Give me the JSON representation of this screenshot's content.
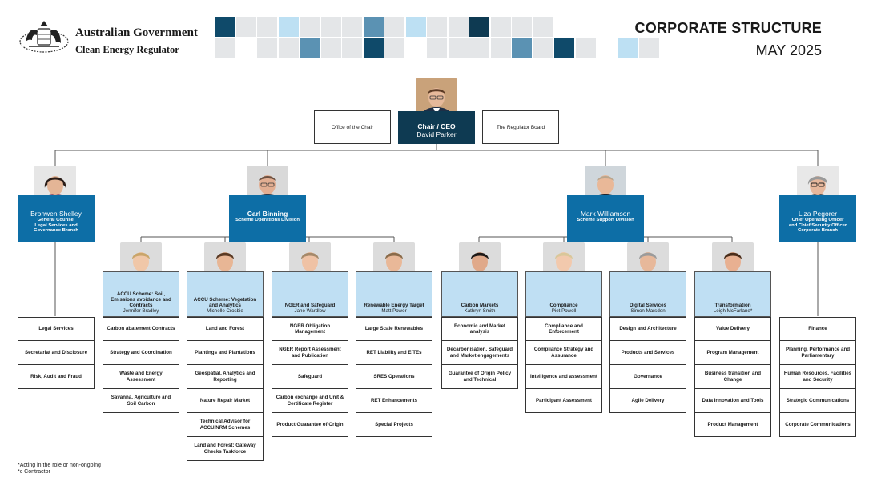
{
  "header": {
    "government": "Australian Government",
    "agency": "Clean Energy Regulator",
    "title": "CORPORATE STRUCTURE",
    "date": "MAY 2025"
  },
  "colors": {
    "navy": "#0e3a52",
    "blue": "#0d6ea6",
    "light_blue": "#bfdff3",
    "grey_tile": "#e4e6e8"
  },
  "top": {
    "office_of_chair": "Office of the Chair",
    "regulator_board": "The Regulator Board",
    "chair_role": "Chair / CEO",
    "chair_name": "David Parker"
  },
  "executives": [
    {
      "name": "Bronwen Shelley",
      "title1": "General Counsel",
      "title2": "Legal Services and",
      "title3": "Governance Branch"
    },
    {
      "name": "Carl Binning",
      "title1": "Scheme Operations Division",
      "title2": "",
      "title3": ""
    },
    {
      "name": "Mark Williamson",
      "title1": "Scheme Support Division",
      "title2": "",
      "title3": ""
    },
    {
      "name": "Liza Pegorer",
      "title1": "Chief Operating Officer",
      "title2": "and Chief Security Officer",
      "title3": "Corporate Branch"
    }
  ],
  "legal_units": [
    "Legal Services",
    "Secretariat and Disclosure",
    "Risk, Audit and Fraud"
  ],
  "corporate_units": [
    "Finance",
    "Planning, Performance and Parliamentary",
    "Human Resources, Facilities and Security",
    "Strategic Communications",
    "Corporate Communications"
  ],
  "branches": [
    {
      "name": "ACCU Scheme: Soil, Emissions avoidance and Contracts",
      "person": "Jennifer Bradley",
      "units": [
        "Carbon abatement Contracts",
        "Strategy and Coordination",
        "Waste and Energy Assessment",
        "Savanna, Agriculture and Soil Carbon"
      ]
    },
    {
      "name": "ACCU Scheme: Vegetation and Analytics",
      "person": "Michelle Crosbie",
      "units": [
        "Land and Forest",
        "Plantings and Plantations",
        "Geospatial, Analytics and Reporting",
        "Nature Repair Market",
        "Technical Advisor for ACCU/NRM Schemes",
        "Land and Forest: Gateway Checks Taskforce"
      ]
    },
    {
      "name": "NGER and Safeguard",
      "person": "Jane Wardlow",
      "units": [
        "NGER Obligation Management",
        "NGER Report Assessment and Publication",
        "Safeguard",
        "Carbon exchange and Unit & Certificate Register",
        "Product Guarantee of Origin"
      ]
    },
    {
      "name": "Renewable Energy Target",
      "person": "Matt Power",
      "units": [
        "Large Scale Renewables",
        "RET Liability and EITEs",
        "SRES Operations",
        "RET Enhancements",
        "Special Projects"
      ]
    },
    {
      "name": "Carbon Markets",
      "person": "Kathryn Smith",
      "units": [
        "Economic and Market analysis",
        "Decarbonisation, Safeguard and Market engagements",
        "Guarantee of Origin Policy and Technical"
      ]
    },
    {
      "name": "Compliance",
      "person": "Piet Powell",
      "units": [
        "Compliance and Enforcement",
        "Compliance Strategy and Assurance",
        "Intelligence and assessment",
        "Participant Assessment"
      ]
    },
    {
      "name": "Digital Services",
      "person": "Simon Marsden",
      "units": [
        "Design and Architecture",
        "Products and Services",
        "Governance",
        "Agile Delivery"
      ]
    },
    {
      "name": "Transformation",
      "person": "Leigh McFarlane*",
      "units": [
        "Value Delivery",
        "Program Management",
        "Business transition and Change",
        "Data Innovation and Tools",
        "Product Management"
      ]
    }
  ],
  "footnotes": [
    "*Acting in the role or non-ongoing",
    "*c Contractor"
  ],
  "icons": [
    "coat-of-arms-icon"
  ]
}
